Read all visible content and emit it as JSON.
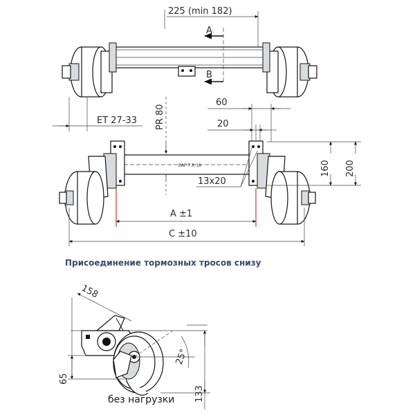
{
  "top_view": {
    "dim_225": "225 (min 182)",
    "section_a": "A",
    "section_b": "B"
  },
  "bottom_view": {
    "dim_et": "ET 27-33",
    "dim_pr": "PR 80",
    "dim_60": "60",
    "dim_20": "20",
    "dim_160": "160",
    "dim_200": "200",
    "dim_13x20": "13x20",
    "dim_a": "A ±1",
    "dim_c": "C ±10",
    "axle_label": "EAP 7 R 19"
  },
  "detail_view": {
    "caption": "Присоединение тормозных тросов снизу",
    "dim_158": "158",
    "dim_25deg": "25°",
    "dim_65": "65",
    "dim_133": "133",
    "bottom_caption": "без нагрузки"
  }
}
